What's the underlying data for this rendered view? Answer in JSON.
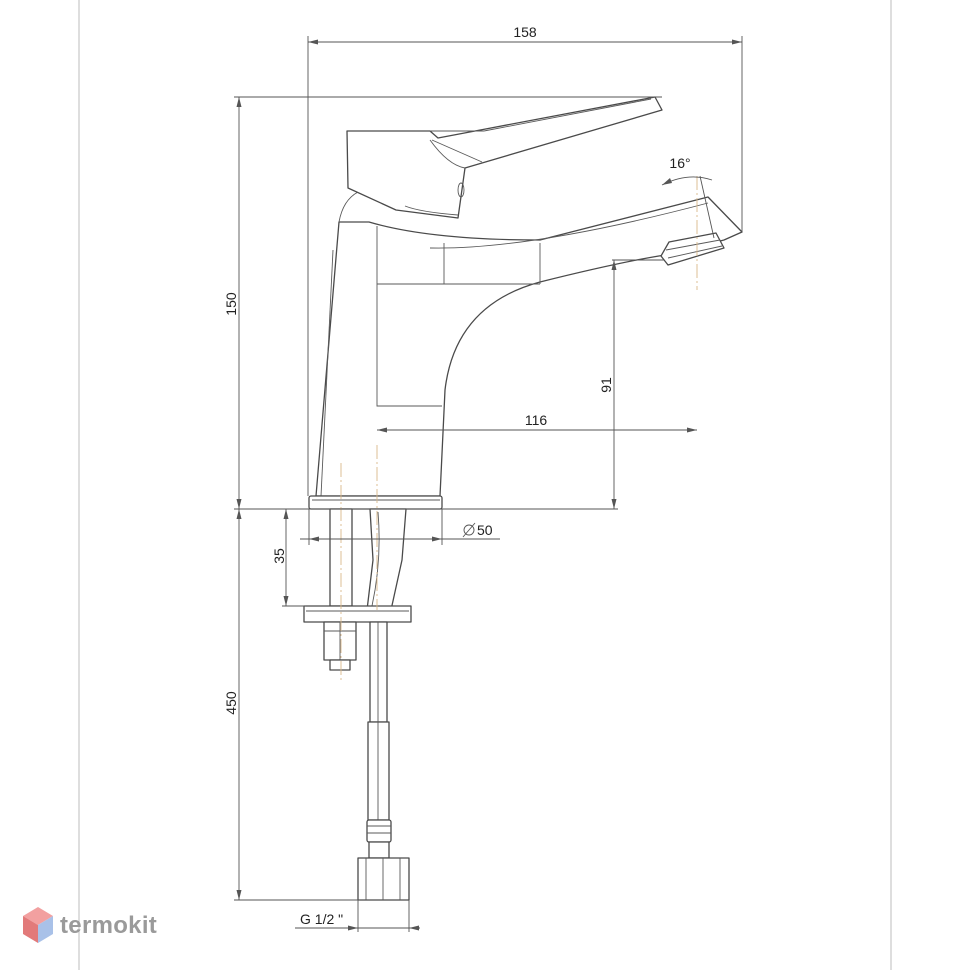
{
  "dimensions": {
    "width_top": "158",
    "height_body": "150",
    "spout_angle": "16°",
    "spout_height": "91",
    "spout_reach": "116",
    "base_diameter": "50",
    "shank_length": "35",
    "hose_length": "450",
    "connection_thread": "G 1/2 \""
  },
  "watermark": {
    "brand": "termokit",
    "colors": {
      "top": "#f2a0a0",
      "left": "#e27a7a",
      "right": "#a9c1e8"
    }
  }
}
